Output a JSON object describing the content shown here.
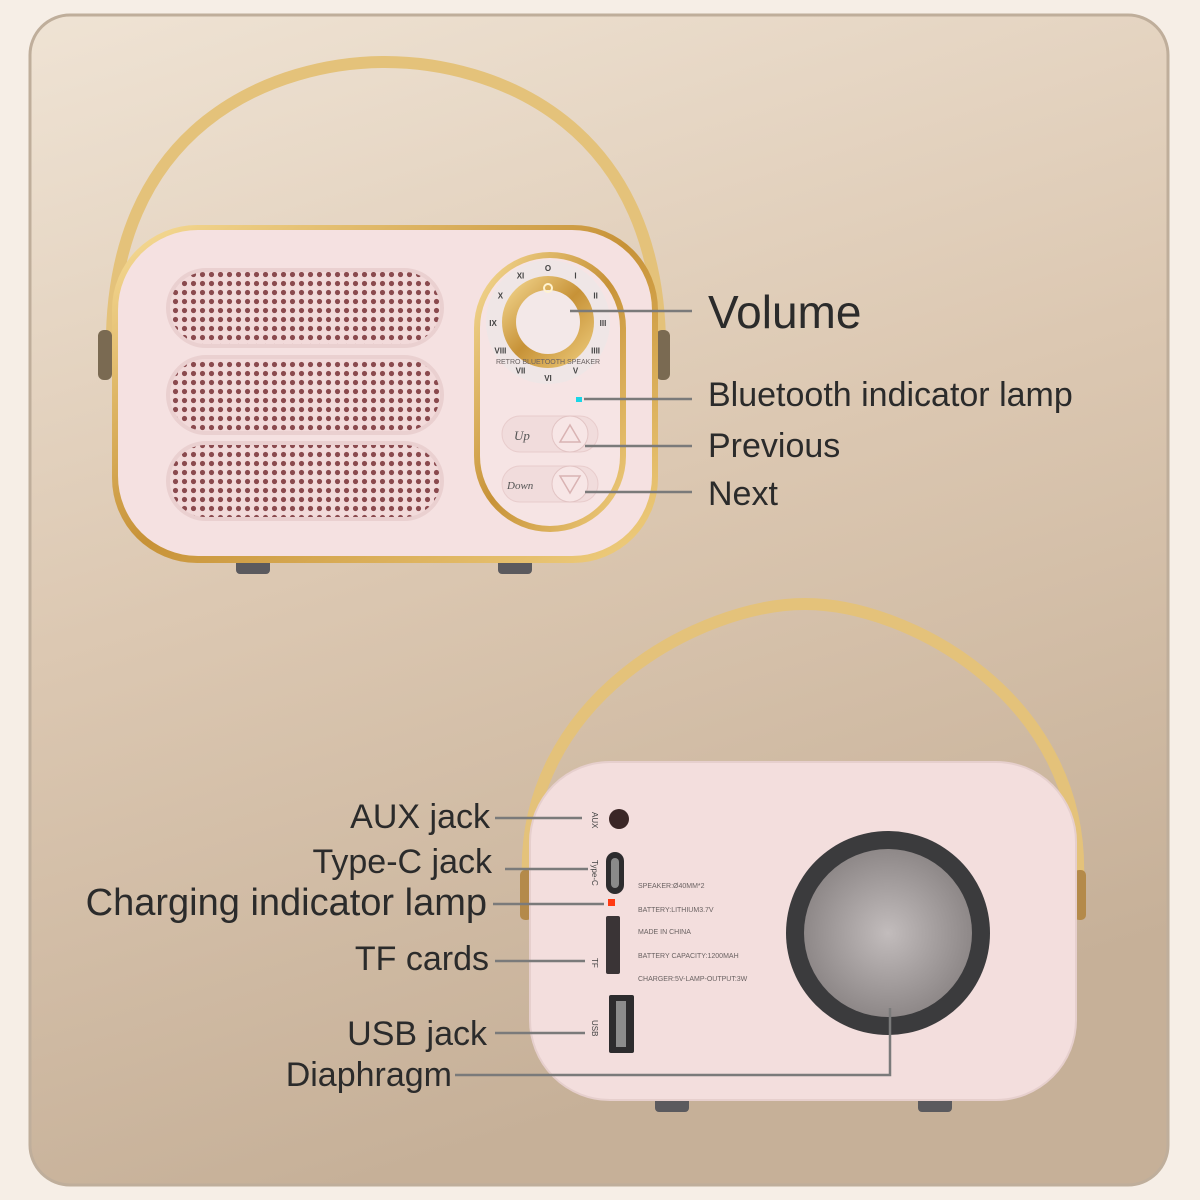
{
  "front": {
    "callouts": {
      "volume": "Volume",
      "bluetooth_lamp": "Bluetooth indicator lamp",
      "previous": "Previous",
      "next": "Next"
    },
    "knob_text": "RETRO BLUETOOTH SPEAKER",
    "dial_numerals": [
      "O",
      "I",
      "II",
      "III",
      "IIII",
      "V",
      "VI",
      "VII",
      "VIII",
      "IX",
      "X",
      "XI"
    ],
    "up_label": "Up",
    "down_label": "Down",
    "bluetooth_lamp_color": "#19d6e6"
  },
  "back": {
    "callouts": {
      "aux": "AUX jack",
      "typec": "Type-C jack",
      "charging_lamp": "Charging indicator lamp",
      "tf": "TF cards",
      "usb": "USB jack",
      "diaphragm": "Diaphragm"
    },
    "port_labels": {
      "aux": "AUX",
      "typec": "Type-C",
      "tf": "TF",
      "usb": "USB"
    },
    "specs": [
      "SPEAKER:Ø40MM*2",
      "BATTERY:LITHIUM3.7V",
      "MADE IN CHINA",
      "BATTERY CAPACITY:1200MAH",
      "CHARGER:5V-LAMP-OUTPUT:3W"
    ],
    "charging_lamp_color": "#ff3a12"
  }
}
